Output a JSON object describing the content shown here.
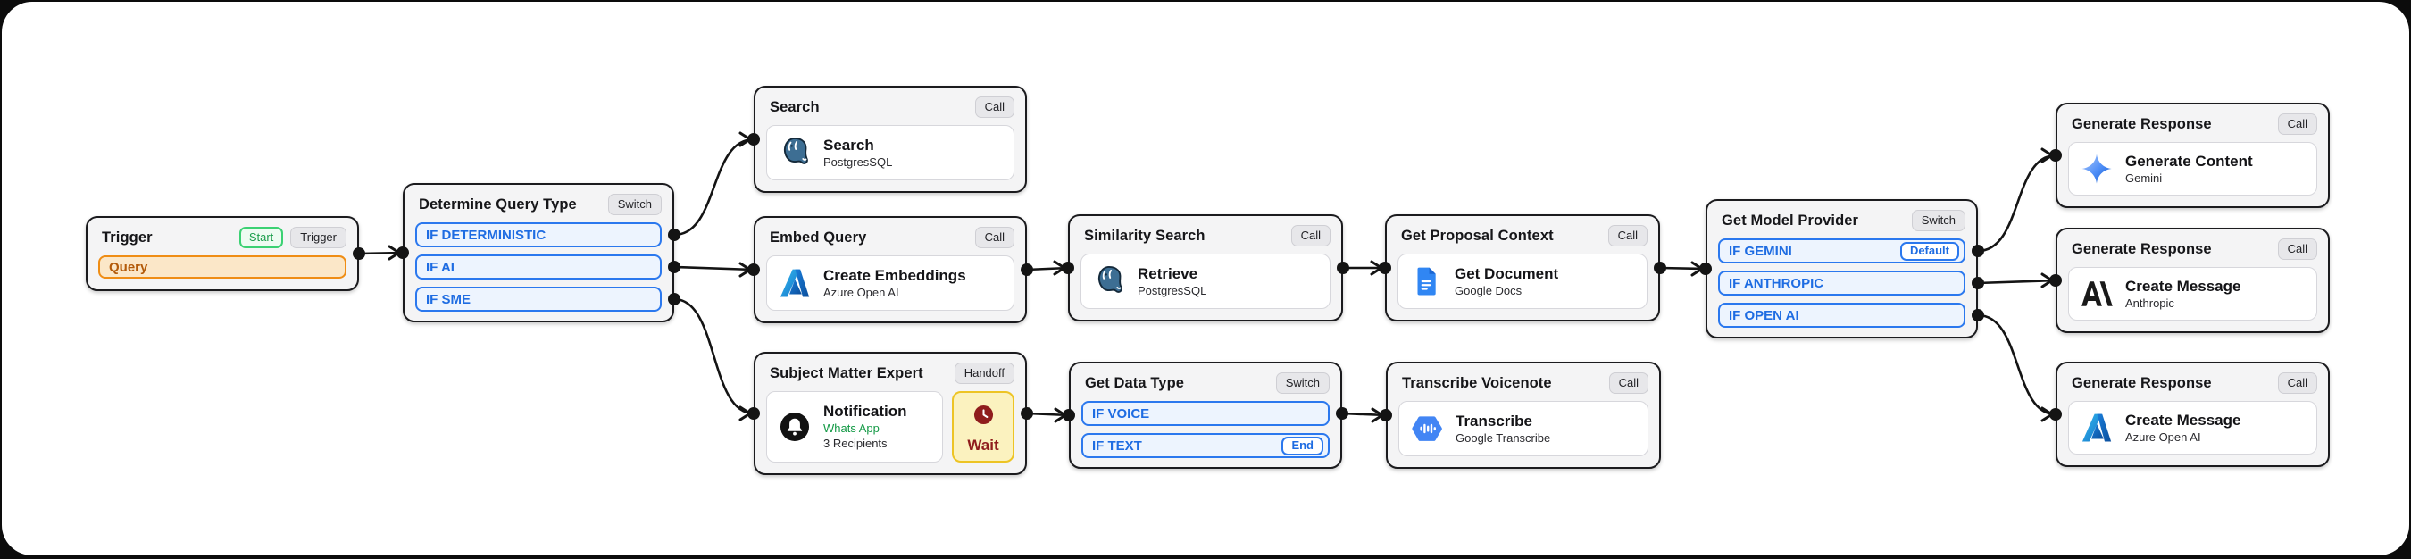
{
  "app": {
    "type": "workflow-canvas"
  },
  "colors": {
    "canvas_background": "#ffffff",
    "frame_background": "#0c0c0c",
    "node_background": "#f4f4f5",
    "node_border": "#1b1b1e",
    "case_blue": "#2b78ee",
    "field_orange": "#ef8d15",
    "start_green": "#3bd173",
    "wait_yellow": "#edc425",
    "wait_red": "#8f1d1d",
    "whatsapp_green": "#149a46",
    "edge": "#141414"
  },
  "nodes": [
    {
      "id": "trigger",
      "title": "Trigger",
      "badges": [
        {
          "label": "Start",
          "style": "success"
        },
        {
          "label": "Trigger",
          "style": "neutral"
        }
      ],
      "field": {
        "label": "Query"
      }
    },
    {
      "id": "determine-query-type",
      "title": "Determine Query Type",
      "badges": [
        {
          "label": "Switch",
          "style": "neutral"
        }
      ],
      "cases": [
        {
          "label": "IF DETERMINISTIC"
        },
        {
          "label": "IF AI"
        },
        {
          "label": "IF SME"
        }
      ]
    },
    {
      "id": "search",
      "title": "Search",
      "badges": [
        {
          "label": "Call",
          "style": "neutral"
        }
      ],
      "action": {
        "title": "Search",
        "provider": "PostgresSQL",
        "icon": "postgresql-icon"
      }
    },
    {
      "id": "embed-query",
      "title": "Embed Query",
      "badges": [
        {
          "label": "Call",
          "style": "neutral"
        }
      ],
      "action": {
        "title": "Create Embeddings",
        "provider": "Azure Open AI",
        "icon": "azure-icon"
      }
    },
    {
      "id": "subject-matter-expert",
      "title": "Subject Matter Expert",
      "badges": [
        {
          "label": "Handoff",
          "style": "neutral"
        }
      ],
      "action": {
        "title": "Notification",
        "provider": "Whats App",
        "detail": "3 Recipients",
        "icon": "notification-bell-icon"
      },
      "wait": {
        "label": "Wait",
        "icon": "clock-icon"
      }
    },
    {
      "id": "similarity-search",
      "title": "Similarity Search",
      "badges": [
        {
          "label": "Call",
          "style": "neutral"
        }
      ],
      "action": {
        "title": "Retrieve",
        "provider": "PostgresSQL",
        "icon": "postgresql-icon"
      }
    },
    {
      "id": "get-data-type",
      "title": "Get Data Type",
      "badges": [
        {
          "label": "Switch",
          "style": "neutral"
        }
      ],
      "cases": [
        {
          "label": "IF VOICE"
        },
        {
          "label": "IF TEXT",
          "tag": "End"
        }
      ]
    },
    {
      "id": "get-proposal-context",
      "title": "Get Proposal Context",
      "badges": [
        {
          "label": "Call",
          "style": "neutral"
        }
      ],
      "action": {
        "title": "Get Document",
        "provider": "Google Docs",
        "icon": "google-docs-icon"
      }
    },
    {
      "id": "transcribe-voicenote",
      "title": "Transcribe Voicenote",
      "badges": [
        {
          "label": "Call",
          "style": "neutral"
        }
      ],
      "action": {
        "title": "Transcribe",
        "provider": "Google Transcribe",
        "icon": "google-transcribe-icon"
      }
    },
    {
      "id": "get-model-provider",
      "title": "Get Model Provider",
      "badges": [
        {
          "label": "Switch",
          "style": "neutral"
        }
      ],
      "cases": [
        {
          "label": "IF GEMINI",
          "tag": "Default"
        },
        {
          "label": "IF ANTHROPIC"
        },
        {
          "label": "IF OPEN AI"
        }
      ]
    },
    {
      "id": "generate-response-gemini",
      "title": "Generate Response",
      "badges": [
        {
          "label": "Call",
          "style": "neutral"
        }
      ],
      "action": {
        "title": "Generate Content",
        "provider": "Gemini",
        "icon": "gemini-icon"
      }
    },
    {
      "id": "generate-response-anthropic",
      "title": "Generate Response",
      "badges": [
        {
          "label": "Call",
          "style": "neutral"
        }
      ],
      "action": {
        "title": "Create Message",
        "provider": "Anthropic",
        "icon": "anthropic-icon"
      }
    },
    {
      "id": "generate-response-azure",
      "title": "Generate Response",
      "badges": [
        {
          "label": "Call",
          "style": "neutral"
        }
      ],
      "action": {
        "title": "Create Message",
        "provider": "Azure Open AI",
        "icon": "azure-icon"
      }
    }
  ],
  "edges": [
    {
      "from": "trigger",
      "to": "determine-query-type"
    },
    {
      "from": "determine-query-type:if-deterministic",
      "to": "search"
    },
    {
      "from": "determine-query-type:if-ai",
      "to": "embed-query"
    },
    {
      "from": "determine-query-type:if-sme",
      "to": "subject-matter-expert"
    },
    {
      "from": "embed-query",
      "to": "similarity-search"
    },
    {
      "from": "subject-matter-expert",
      "to": "get-data-type"
    },
    {
      "from": "similarity-search",
      "to": "get-proposal-context"
    },
    {
      "from": "get-data-type:if-voice",
      "to": "transcribe-voicenote"
    },
    {
      "from": "get-proposal-context",
      "to": "get-model-provider"
    },
    {
      "from": "get-model-provider:if-gemini",
      "to": "generate-response-gemini"
    },
    {
      "from": "get-model-provider:if-anthropic",
      "to": "generate-response-anthropic"
    },
    {
      "from": "get-model-provider:if-open-ai",
      "to": "generate-response-azure"
    }
  ]
}
